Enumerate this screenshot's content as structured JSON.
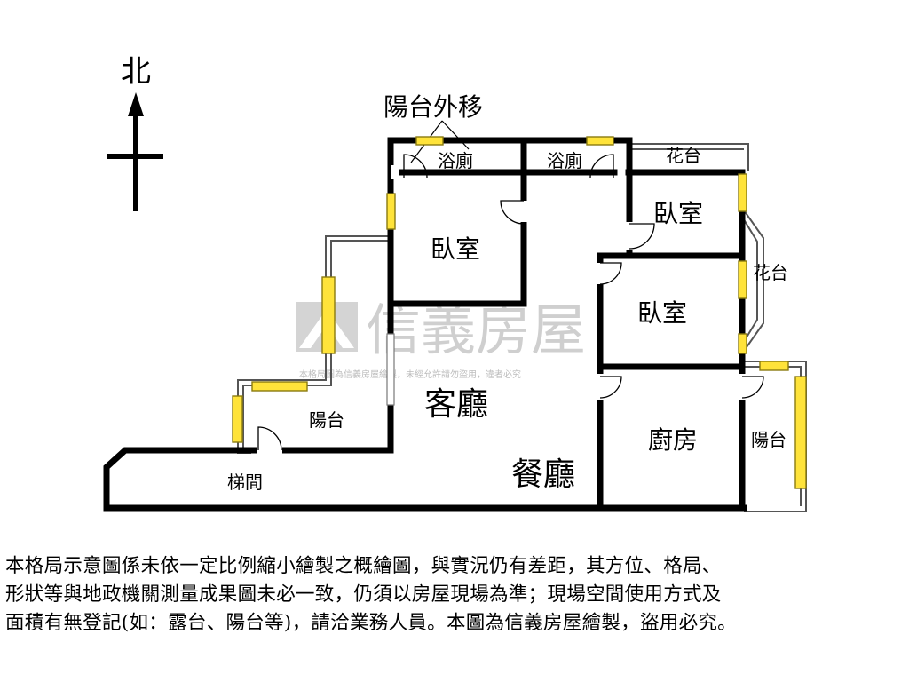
{
  "compass": {
    "north_label": "北"
  },
  "annotation": {
    "balcony_moved_out": "陽台外移"
  },
  "rooms": {
    "bathroom_1": "浴廁",
    "bathroom_2": "浴廁",
    "planter_top": "花台",
    "planter_right": "花台",
    "bedroom_1": "臥室",
    "bedroom_2": "臥室",
    "bedroom_3": "臥室",
    "living_room": "客廳",
    "dining_room": "餐廳",
    "kitchen": "廚房",
    "balcony_left": "陽台",
    "balcony_right": "陽台",
    "stairwell": "梯間"
  },
  "watermark": {
    "brand": "信義房屋",
    "small_text": "本格局圖為信義房屋繪製，未經允許請勿盜用，違者必究",
    "color": "#cfcfcf"
  },
  "colors": {
    "window_fill": "#ffe33a",
    "window_stroke": "#8a7a10",
    "wall": "#000000"
  },
  "disclaimer": {
    "line1": "本格局示意圖係未依一定比例縮小繪製之概繪圖，與實況仍有差距，其方位、格局、",
    "line2": "形狀等與地政機關測量成果圖未必一致，仍須以房屋現場為準；現場空間使用方式及",
    "line3": "面積有無登記(如：露台、陽台等)，請洽業務人員。本圖為信義房屋繪製，盜用必究。"
  }
}
